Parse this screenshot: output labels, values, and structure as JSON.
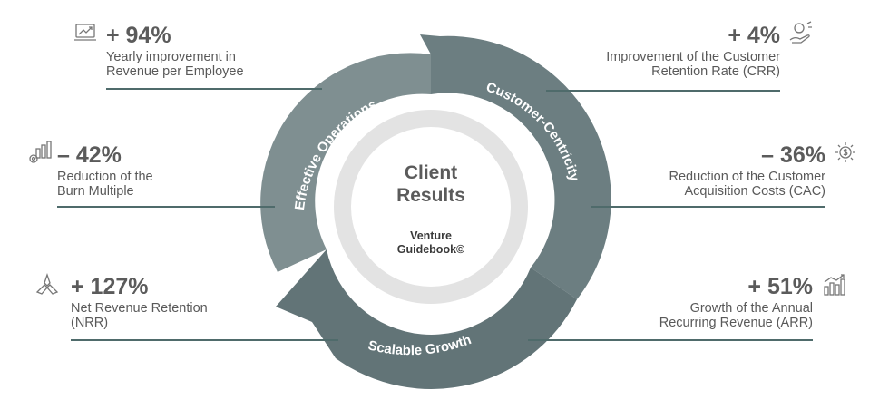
{
  "center": {
    "title_line1": "Client",
    "title_line2": "Results",
    "brand_line1": "Venture",
    "brand_line2": "Guidebook©"
  },
  "segments": [
    {
      "label": "Effective Operations",
      "color": "#7a8a8c"
    },
    {
      "label": "Customer-Centricity",
      "color": "#6a7c7f"
    },
    {
      "label": "Scalable Growth",
      "color": "#5f7174"
    }
  ],
  "stats": [
    {
      "value": "+ 94%",
      "line1": "Yearly improvement in",
      "line2": "Revenue per Employee",
      "icon": "laptop-growth-icon"
    },
    {
      "value": "+ 4%",
      "line1": "Improvement of the Customer",
      "line2": "Retention Rate (CRR)",
      "icon": "customer-hand-icon"
    },
    {
      "value": "– 42%",
      "line1": "Reduction of the",
      "line2": "Burn Multiple",
      "icon": "chart-gear-icon"
    },
    {
      "value": "– 36%",
      "line1": "Reduction of the Customer",
      "line2": "Acquisition Costs (CAC)",
      "icon": "dollar-gear-icon"
    },
    {
      "value": "+ 127%",
      "line1": "Net Revenue Retention",
      "line2": "(NRR)",
      "icon": "teamwork-hands-icon"
    },
    {
      "value": "+ 51%",
      "line1": "Growth of the Annual",
      "line2": "Recurring Revenue (ARR)",
      "icon": "bar-growth-icon"
    }
  ],
  "colors": {
    "accent_line": "#4f6b6b",
    "inner_ring": "#e2e2e2",
    "text": "#595959"
  }
}
